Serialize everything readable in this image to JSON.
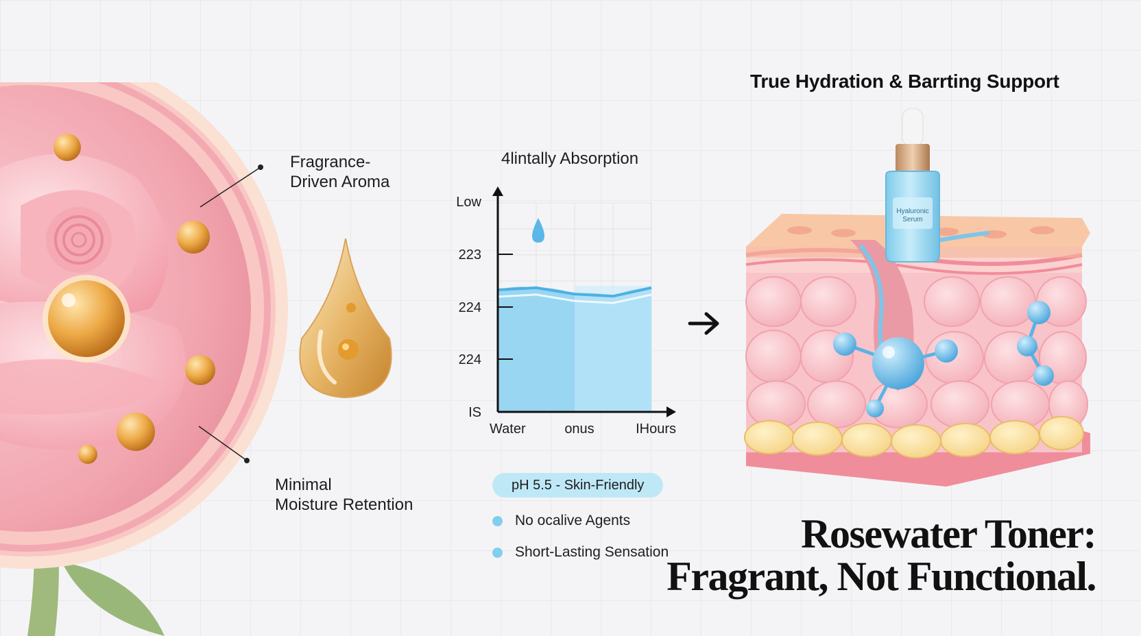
{
  "callouts": {
    "aroma": [
      "Fragrance-",
      "Driven Aroma"
    ],
    "moisture": [
      "Minimal",
      "Moisture Retention"
    ]
  },
  "chart_data": {
    "type": "area",
    "title": "4lintally Absorption",
    "y_tick_labels": [
      "Low",
      "223",
      "224",
      "224",
      "IS"
    ],
    "x_tick_labels": [
      "Water",
      "onus",
      "IHours"
    ],
    "series": [
      {
        "values": [
          0.58,
          0.59,
          0.56,
          0.55,
          0.59
        ]
      }
    ],
    "ylim": [
      0,
      1
    ],
    "grid": true
  },
  "ph_label": "pH 5.5 - Skin-Friendly",
  "bullets": [
    "No ocalive Agents",
    "Short-Lasting Sensation"
  ],
  "right_title": "True Hydration & Barrting Support",
  "serum_label": [
    "Hyaluronic",
    "Serum"
  ],
  "headline": [
    "Rosewater Toner:",
    "Fragrant, Not Functional."
  ],
  "colors": {
    "rose": "#f2a2ad",
    "water": "#8fd3f2",
    "water_dark": "#4fb0e3",
    "amber": "#e7a245",
    "skin": "#f7b9c1",
    "fat": "#f8dc96",
    "accent": "#bfe8f6"
  }
}
